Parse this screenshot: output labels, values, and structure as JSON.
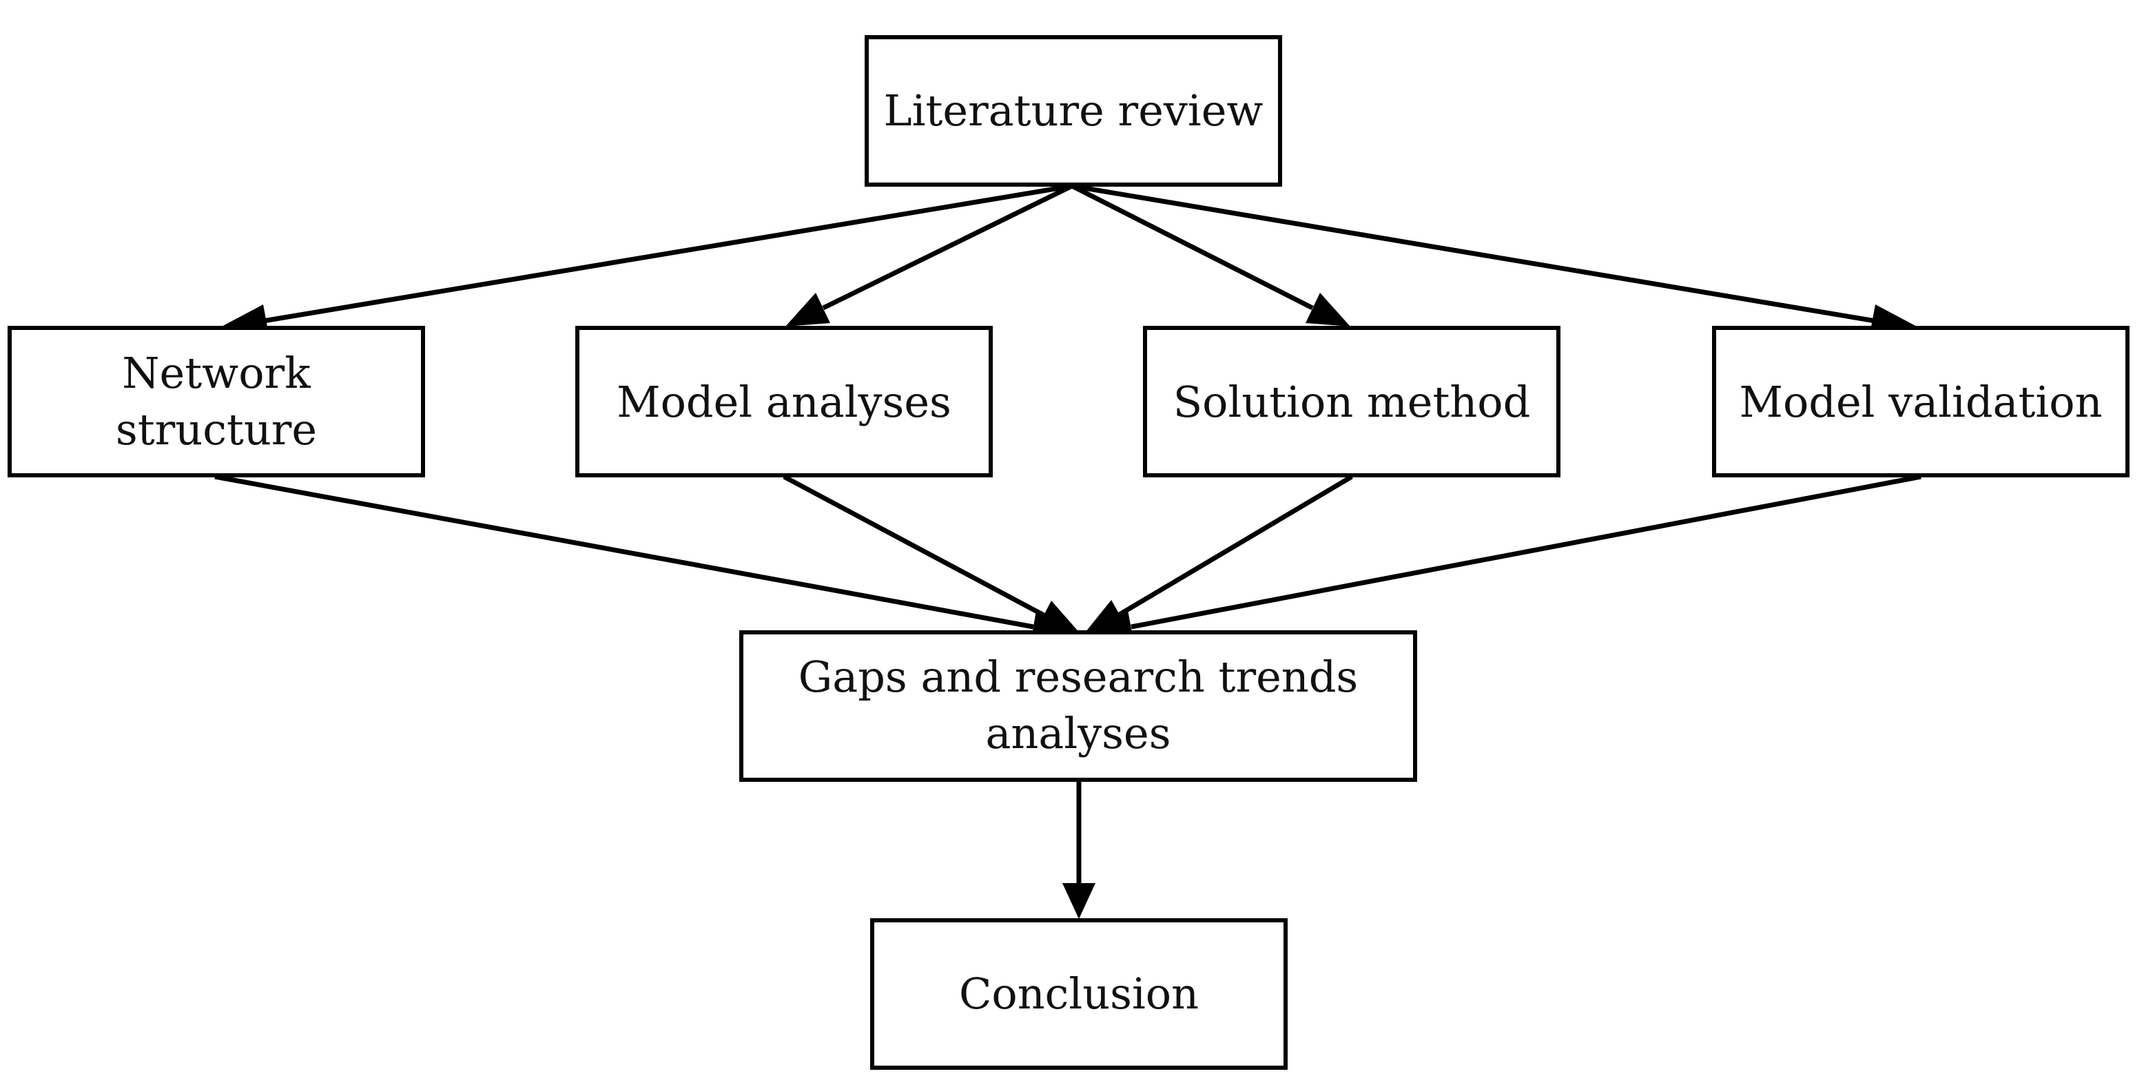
{
  "nodes": {
    "literature_review": {
      "line1": "Literature review"
    },
    "network_structure": {
      "line1": "Network",
      "line2": "structure"
    },
    "model_analyses": {
      "line1": "Model analyses"
    },
    "solution_method": {
      "line1": "Solution method"
    },
    "model_validation": {
      "line1": "Model validation"
    },
    "gaps_trends": {
      "line1": "Gaps and research trends",
      "line2": "analyses"
    },
    "conclusion": {
      "line1": "Conclusion"
    }
  },
  "edges": [
    {
      "from": "literature_review",
      "to": "network_structure"
    },
    {
      "from": "literature_review",
      "to": "model_analyses"
    },
    {
      "from": "literature_review",
      "to": "solution_method"
    },
    {
      "from": "literature_review",
      "to": "model_validation"
    },
    {
      "from": "network_structure",
      "to": "gaps_trends"
    },
    {
      "from": "model_analyses",
      "to": "gaps_trends"
    },
    {
      "from": "solution_method",
      "to": "gaps_trends"
    },
    {
      "from": "model_validation",
      "to": "gaps_trends"
    },
    {
      "from": "gaps_trends",
      "to": "conclusion"
    }
  ]
}
